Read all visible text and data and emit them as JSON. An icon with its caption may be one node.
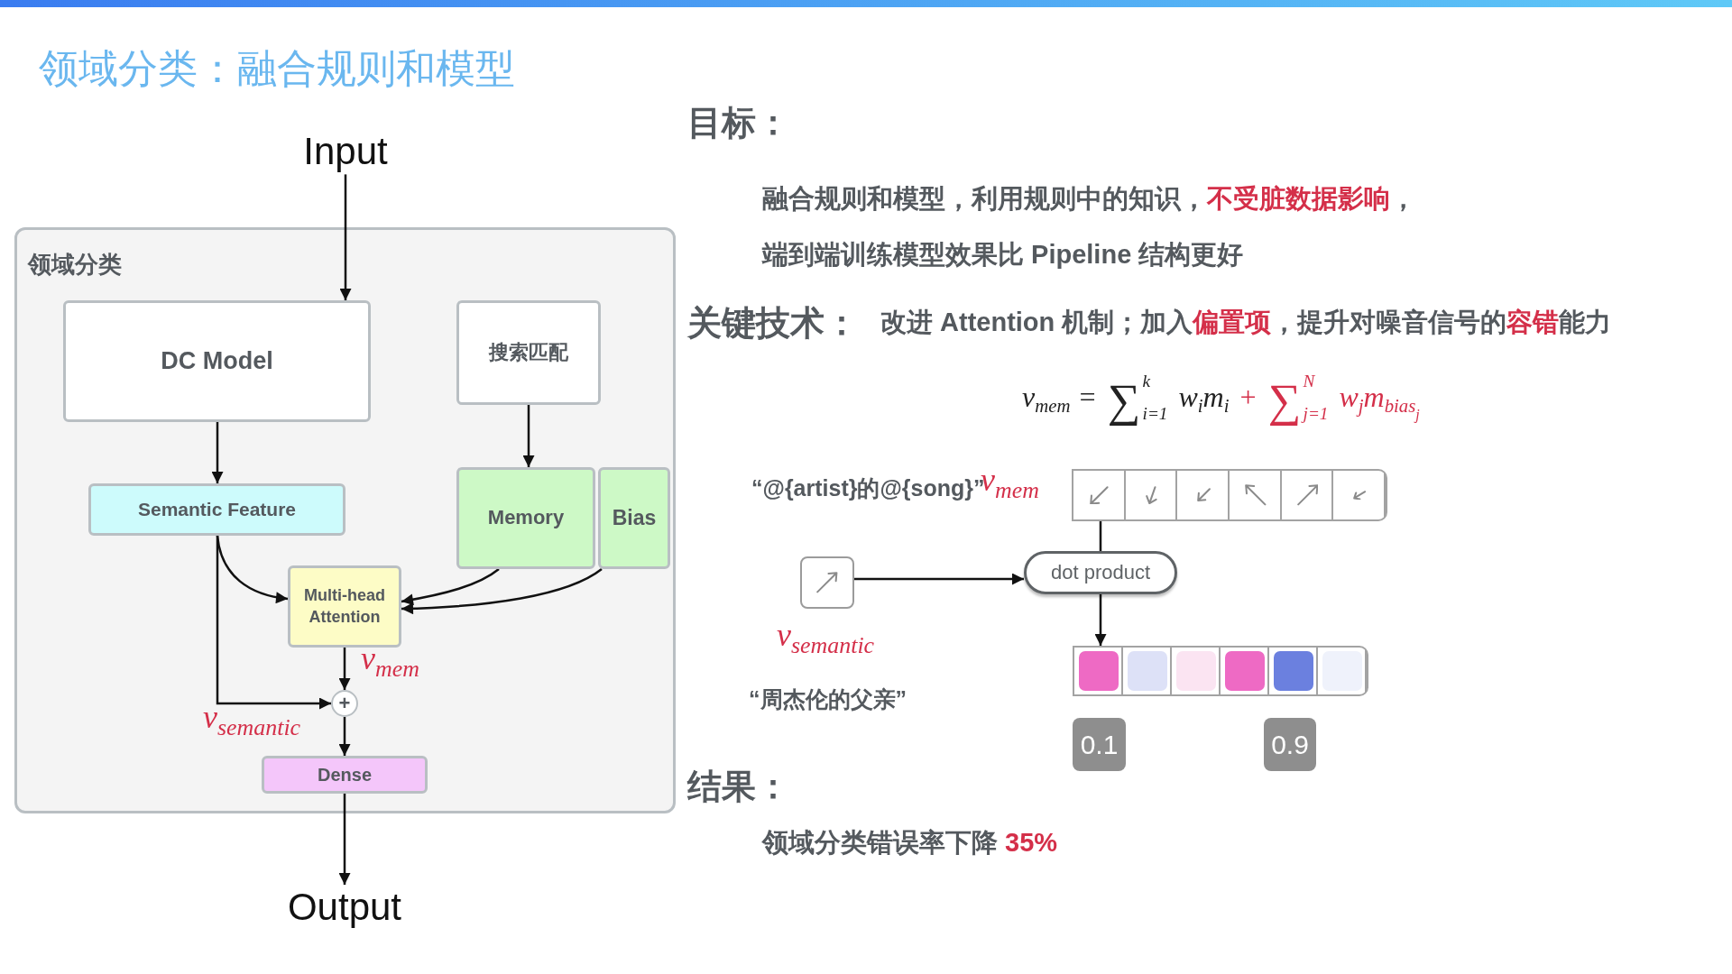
{
  "diagram": {
    "title": "领域分类：融合规则和模型",
    "nodes": [
      {
        "text": [
          "Input"
        ]
      },
      {
        "text": [
          "领域分类"
        ]
      },
      {
        "text": [
          "DC Model"
        ],
        "in": 1
      },
      {
        "text": [
          "搜索匹配"
        ],
        "in": 1
      },
      {
        "text": [
          "Semantic Feature"
        ],
        "in": 1
      },
      {
        "text": [
          "Memory"
        ],
        "in": 1
      },
      {
        "text": [
          "Bias"
        ],
        "in": 1
      },
      {
        "text": [
          "Multi-head Attention"
        ],
        "in": 1
      },
      {
        "text": [
          "+"
        ],
        "in": 1
      },
      {
        "text": [
          "Dense"
        ],
        "in": 1
      },
      {
        "text": [
          "Output"
        ]
      },
      {
        "text": [],
        "shape": "bar",
        "beside": [
          "“@{artist}的@{song}”",
          "v$_{mem}$"
        ]
      },
      {
        "text": [],
        "shape": "box",
        "beside": [
          "v$_{semantic}$",
          "“周杰伦的父亲”"
        ]
      },
      {
        "text": [
          "dot product"
        ]
      },
      {
        "text": [],
        "shape": "bar"
      },
      {
        "text": [
          "0.1"
        ]
      },
      {
        "text": [
          "0.9"
        ]
      }
    ],
    "edges": [
      {
        "from": 0,
        "to": 2,
        "arrow": "to"
      },
      {
        "from": 2,
        "to": 4,
        "arrow": "to"
      },
      {
        "from": 3,
        "to": 5,
        "arrow": "to"
      },
      {
        "from": 4,
        "to": 7,
        "arrow": "to"
      },
      {
        "from": 5,
        "to": 7,
        "arrow": "to"
      },
      {
        "from": 6,
        "to": 7,
        "arrow": "to"
      },
      {
        "from": 4,
        "to": 8,
        "arrow": "to",
        "label": "v$_{semantic}$"
      },
      {
        "from": 7,
        "to": 8,
        "arrow": "to",
        "label": "v$_{mem}$"
      },
      {
        "from": 8,
        "to": 9,
        "arrow": "to"
      },
      {
        "from": 9,
        "to": 10,
        "arrow": "to"
      },
      {
        "from": 12,
        "to": 13,
        "arrow": "to"
      },
      {
        "from": 11,
        "to": 13,
        "arrow": "none"
      },
      {
        "from": 13,
        "to": 14,
        "arrow": "to"
      }
    ],
    "labels": [
      "目标：",
      "融合规则和模型，利用规则中的知识，**不受脏数据影响**，",
      "端到端训练模型效果比 Pipeline 结构更好",
      "关键技术：",
      "改进 Attention 机制；加入**偏置项**，提升对噪音信号的**容错**能力",
      "v$_{mem}$ = ∑$_{i=1}$$^{k}$ w$_{i}$m$_{i}$",
      "+ ∑$_{j=1}$$^{N}$ w$_{j}$m$_{bias}$$_{j}$",
      "结果：",
      "领域分类错误率下降 **35%**"
    ]
  }
}
